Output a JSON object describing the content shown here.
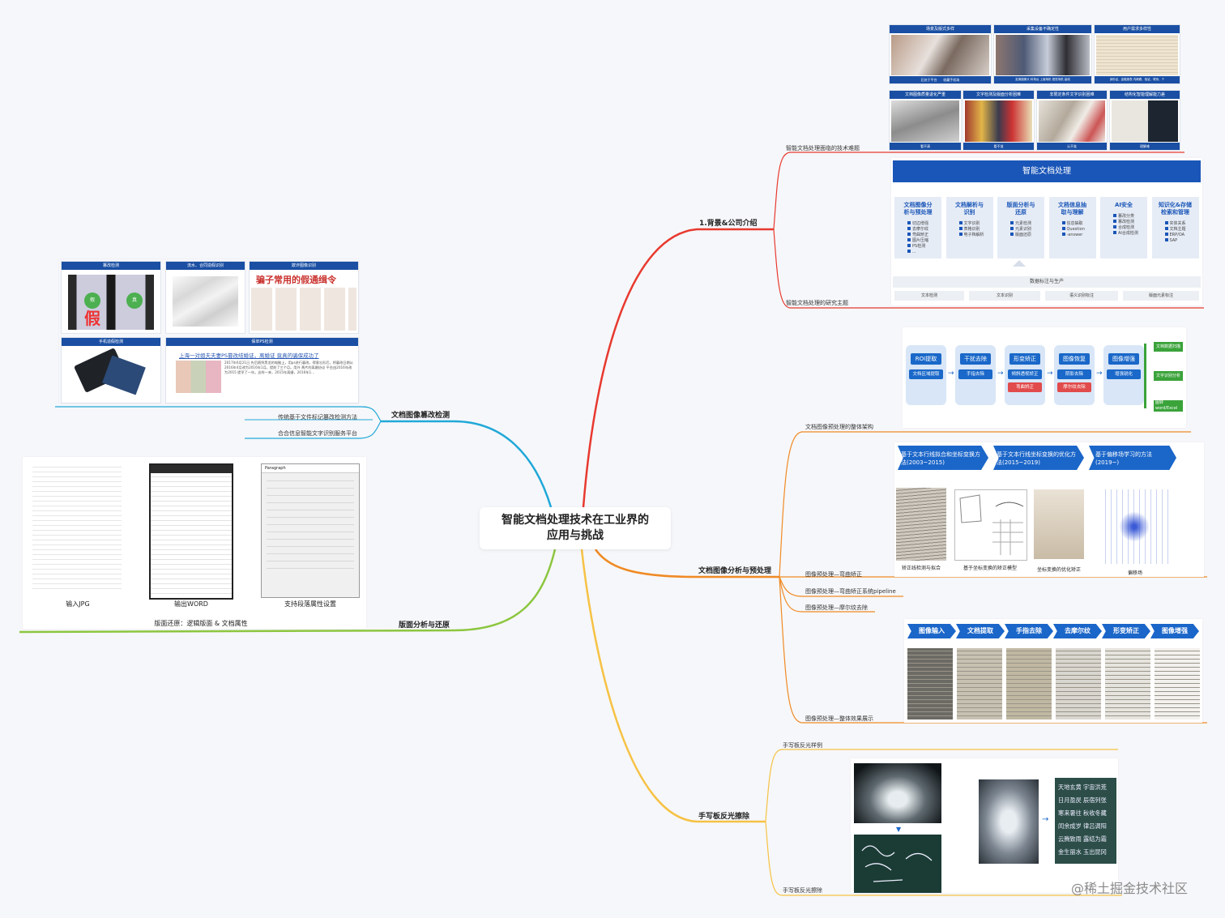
{
  "center": {
    "title_line1": "智能文档处理技术在工业界的",
    "title_line2": "应用与挑战"
  },
  "colors": {
    "red": "#e8392f",
    "cyan": "#20a8d8",
    "green": "#8cc63f",
    "orange": "#f08a24",
    "yellow": "#f6c244",
    "blue": "#1a56b8"
  },
  "branches": {
    "bg": {
      "label": "1.背景&公司介绍",
      "leaf1": "智能文档处理面临的技术难题",
      "leaf2": "智能文档处理的研究主题",
      "difficulties": {
        "row1": [
          {
            "title": "场景及版式多样",
            "caps": [
              "后处于平台",
              "收藏手机场"
            ]
          },
          {
            "title": "采集设备不确定性",
            "caps": [
              "处换摄像头",
              "科场台",
              "上面场机",
              "视觉场机",
              "高线"
            ]
          },
          {
            "title": "用户需求多样性",
            "caps": [
              "身份证、金融报表",
              "内阁看、验证、联系、个"
            ]
          }
        ],
        "row2": [
          {
            "title": "文档图像质量退化严重",
            "cap": "看不清"
          },
          {
            "title": "文字检测及版面分析困难",
            "cap": "看不准"
          },
          {
            "title": "非限定条件文字识别困难",
            "cap": "认不准"
          },
          {
            "title": "结构化智能理解能力差",
            "cap": "理解难"
          }
        ]
      },
      "research": {
        "title": "智能文档处理",
        "cols": [
          {
            "title1": "文档图像分",
            "title2": "析与预处理",
            "items": [
              "切边增强",
              "去摩尔纹",
              "弯曲矫正",
              "图片压缩",
              "PS检测",
              "..."
            ]
          },
          {
            "title1": "文档解析与",
            "title2": "识别",
            "items": [
              "文字识别",
              "表格识别",
              "电子档解析"
            ]
          },
          {
            "title1": "版面分析与",
            "title2": "还原",
            "items": [
              "元素检测",
              "元素识别",
              "版面还原"
            ]
          },
          {
            "title1": "文档信息抽",
            "title2": "取与理解",
            "items": [
              "信息抽取",
              "Question",
              "-answer"
            ]
          },
          {
            "title1": "AI安全",
            "title2": "",
            "items": [
              "篡改分类",
              "篡改检测",
              "合成检测",
              "AI合成检测"
            ]
          },
          {
            "title1": "知识化&存储",
            "title2": "检索和管理",
            "items": [
              "实体关系",
              "文档主题",
              "ERP/OA",
              "SAP"
            ]
          }
        ],
        "annotation": "数据标注与生产",
        "bottom": [
          "文本检测",
          "文本识别",
          "语义识别标注",
          "版面元素标注"
        ]
      }
    },
    "tamper": {
      "label": "文档图像篡改检测",
      "leaf1": "传统基于文件标记篡改检测方法",
      "leaf2": "合合信息智能文字识别服务平台",
      "tiles": [
        {
          "title": "篡改检测",
          "a": "假",
          "b": "真"
        },
        {
          "title": "流水、合同造假识别"
        },
        {
          "title": "欺诈图像识别",
          "headline": "骗子常用的假通缉令"
        },
        {
          "title": "手机造假检测"
        },
        {
          "title": "保单PS检测",
          "headline": "上海一对姐夫夫妻PS篡改结婚证，离婚证 竟真的骗保成功了",
          "body": "2017年6月21日 先后随到黑龙的电脑上，用ps进行篡改，得意忘形后，将篡改日期从2016年4月改为2016年1月。提前了三个月。用外 黄片的离婚协议 平台由2016年改为2015 提早了一年。这样一来，2015年离婚，2016年1..."
        }
      ]
    },
    "layout": {
      "label": "版面分析与还原",
      "caption": "版面还原：逻辑版面 & 文档属性",
      "items": [
        "输入JPG",
        "输出WORD",
        "支持段落属性设置"
      ],
      "dialog_title": "Paragraph"
    },
    "analysis": {
      "label": "文档图像分析与预处理",
      "leaf_arch": "文档图像预处理的整体架构",
      "leaf_curve": "图像预处理—弯曲矫正",
      "leaf_pipeline": "图像预处理—弯曲矫正系统pipeline",
      "leaf_moire": "图像预处理—摩尔纹去除",
      "leaf_effect": "图像预处理—整体效果展示",
      "arch": {
        "stages": [
          {
            "top": "ROI提取",
            "sub": [
              "文档区域提取"
            ]
          },
          {
            "top": "干扰去除",
            "sub": [
              "手指去除"
            ]
          },
          {
            "top": "形变矫正",
            "sub": [
              "倾斜透视矫正",
              "弯曲矫正"
            ]
          },
          {
            "top": "图像恢复",
            "sub": [
              "阴影去除",
              "摩尔纹去除"
            ]
          },
          {
            "top": "图像增强",
            "sub": [
              "增强锐化"
            ]
          }
        ],
        "outputs": [
          "文档数据扫描",
          "文字识别分析",
          "图转word/Excel"
        ]
      },
      "curve": {
        "methods": [
          "基于文本行线拟合和坐标变换方法(2003~2015)",
          "基于文本行线坐标变换的优化方法(2015~2019)",
          "基于偏移场学习的方法(2019~)"
        ],
        "captions": [
          "矫正线检测与拟合",
          "基于坐标变换的矫正模型",
          "坐标变换的优化矫正",
          "偏移场"
        ]
      },
      "pipeline": [
        "图像输入",
        "文档提取",
        "手指去除",
        "去摩尔纹",
        "形变矫正",
        "图像增强"
      ]
    },
    "reflect": {
      "label": "手写板反光擦除",
      "leaf1": "手写板反光样例",
      "leaf2": "手写板反光擦除",
      "hw_lines": [
        "天地玄黄 宇宙洪荒",
        "日月盈昃 辰宿列张",
        "寒来暑往 秋收冬藏",
        "闰余成岁 律吕调阳",
        "云腾致雨 露结为霜",
        "金生丽水 玉出昆冈"
      ]
    }
  },
  "watermark": "@稀土掘金技术社区"
}
